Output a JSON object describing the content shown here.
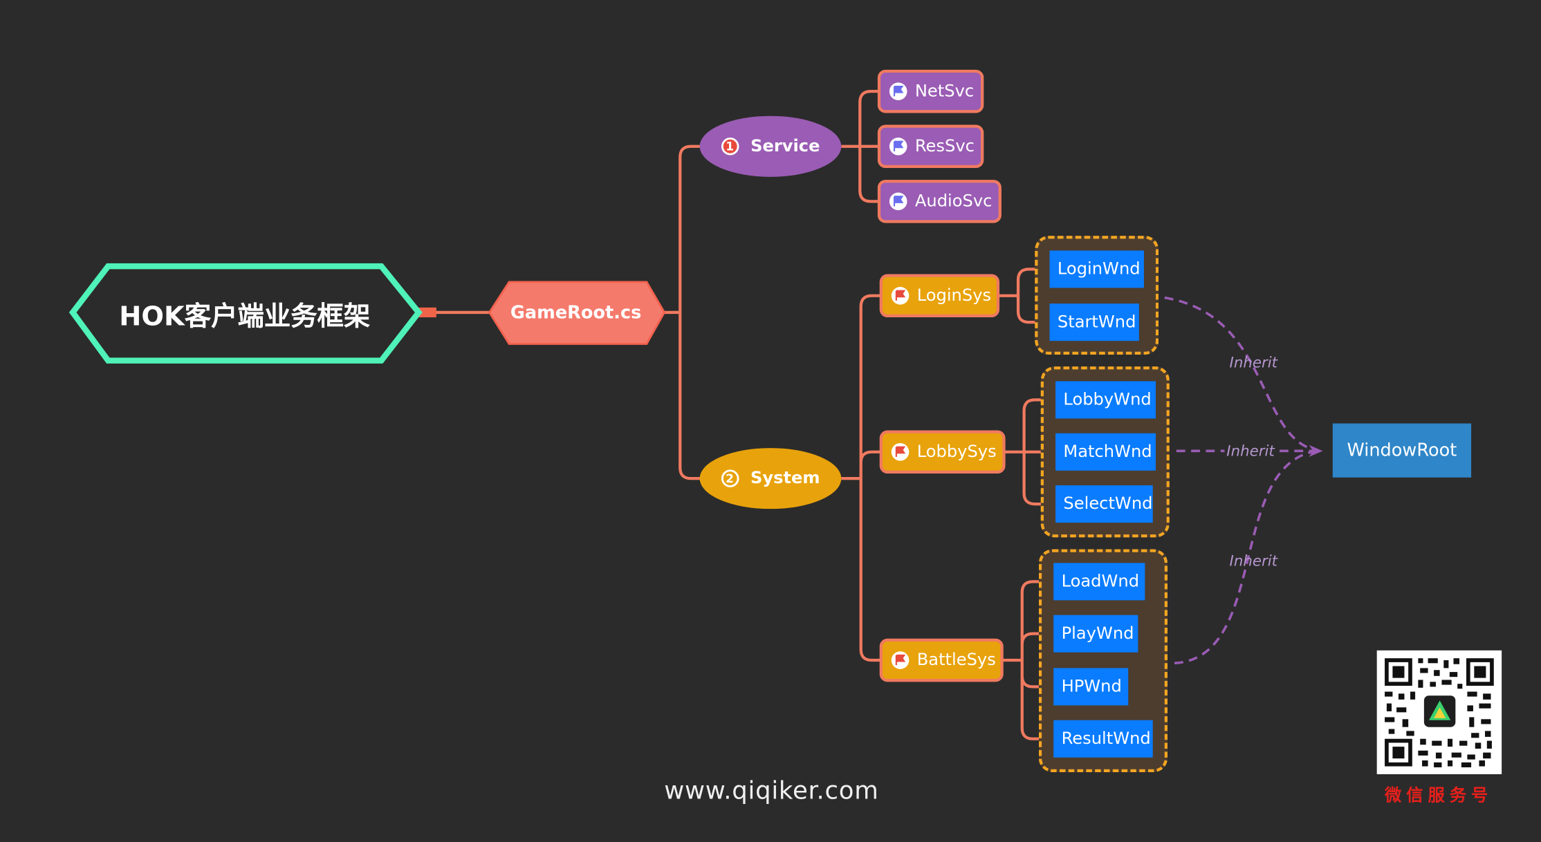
{
  "root": {
    "title": "HOK客户端业务框架"
  },
  "gameroot": {
    "label": "GameRoot.cs"
  },
  "service": {
    "index": "1",
    "label": "Service",
    "color": "#9a5cb4",
    "items": [
      "NetSvc",
      "ResSvc",
      "AudioSvc"
    ]
  },
  "system": {
    "index": "2",
    "label": "System",
    "color": "#e8a20b",
    "items": [
      {
        "label": "LoginSys",
        "windows": [
          "LoginWnd",
          "StartWnd"
        ]
      },
      {
        "label": "LobbySys",
        "windows": [
          "LobbyWnd",
          "MatchWnd",
          "SelectWnd"
        ]
      },
      {
        "label": "BattleSys",
        "windows": [
          "LoadWnd",
          "PlayWnd",
          "HPWnd",
          "ResultWnd"
        ]
      }
    ]
  },
  "relations": {
    "inherit_label": "Inherit",
    "target": "WindowRoot"
  },
  "footer": {
    "url": "www.qiqiker.com"
  },
  "qr": {
    "caption": "微信服务号"
  },
  "colors": {
    "background": "#2b2b2b",
    "root_border": "#4ff2b8",
    "connector": "#f07a60",
    "window": "#0a7cff",
    "window_root": "#2f86c8",
    "inherit": "#9a5cb4",
    "group_border": "#f3a522"
  }
}
